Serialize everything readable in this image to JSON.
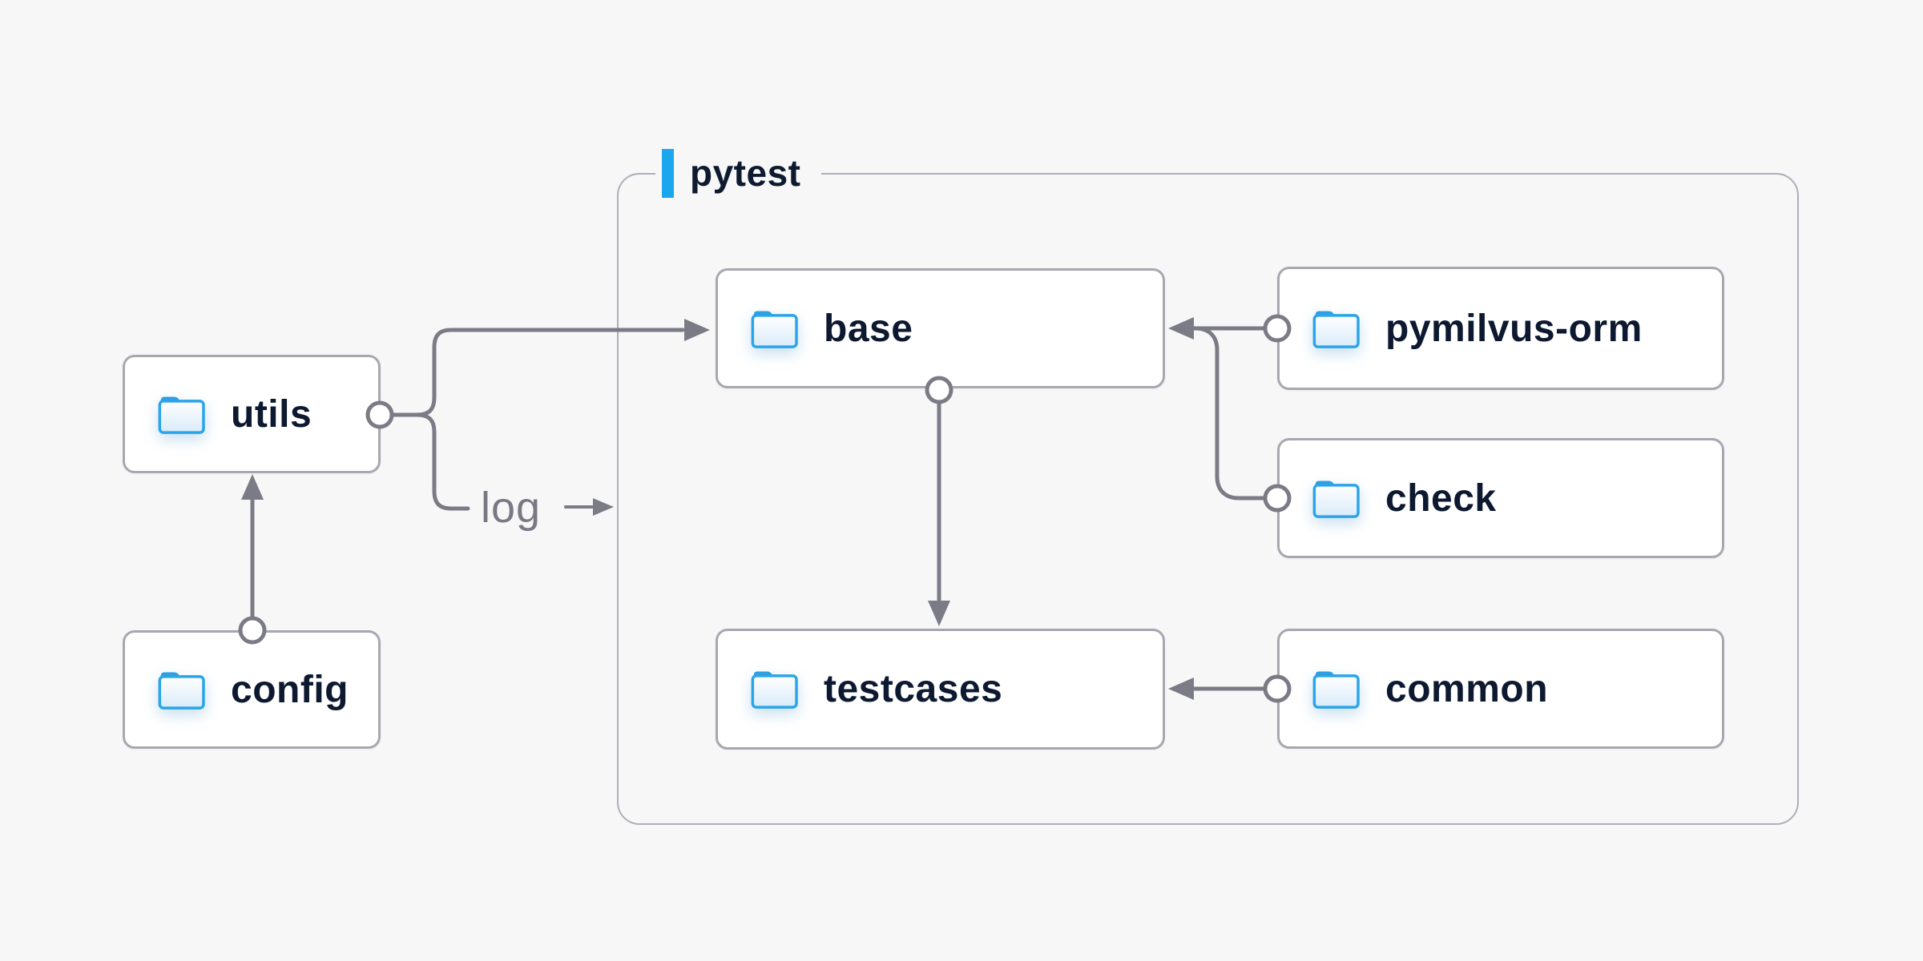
{
  "container": {
    "label": "pytest"
  },
  "nodes": [
    {
      "id": "utils",
      "label": "utils"
    },
    {
      "id": "config",
      "label": "config"
    },
    {
      "id": "base",
      "label": "base"
    },
    {
      "id": "pymilvus-orm",
      "label": "pymilvus-orm"
    },
    {
      "id": "check",
      "label": "check"
    },
    {
      "id": "testcases",
      "label": "testcases"
    },
    {
      "id": "common",
      "label": "common"
    }
  ],
  "edges": [
    {
      "from": "config",
      "to": "utils",
      "label": ""
    },
    {
      "from": "utils",
      "to": "base",
      "label": ""
    },
    {
      "from": "utils",
      "to": "pytest-group",
      "label": "log"
    },
    {
      "from": "base",
      "to": "testcases",
      "label": ""
    },
    {
      "from": "pymilvus-orm",
      "to": "base",
      "label": ""
    },
    {
      "from": "check",
      "to": "base",
      "label": ""
    },
    {
      "from": "common",
      "to": "testcases",
      "label": ""
    }
  ],
  "edge_label": {
    "log": "log"
  },
  "colors": {
    "background": "#f7f7f8",
    "box_background": "#ffffff",
    "box_border": "#a7a7b2",
    "group_border": "#aeaeb9",
    "wire": "#7b7b86",
    "node_text": "#0d1930",
    "edge_label_text": "#797984",
    "accent_blue": "#1aa7ee",
    "folder_stroke": "#2aa4ea",
    "folder_tab": "#2f9fe0",
    "folder_fill_light": "#ffffff",
    "folder_fill_dark": "#d9ebf9"
  }
}
